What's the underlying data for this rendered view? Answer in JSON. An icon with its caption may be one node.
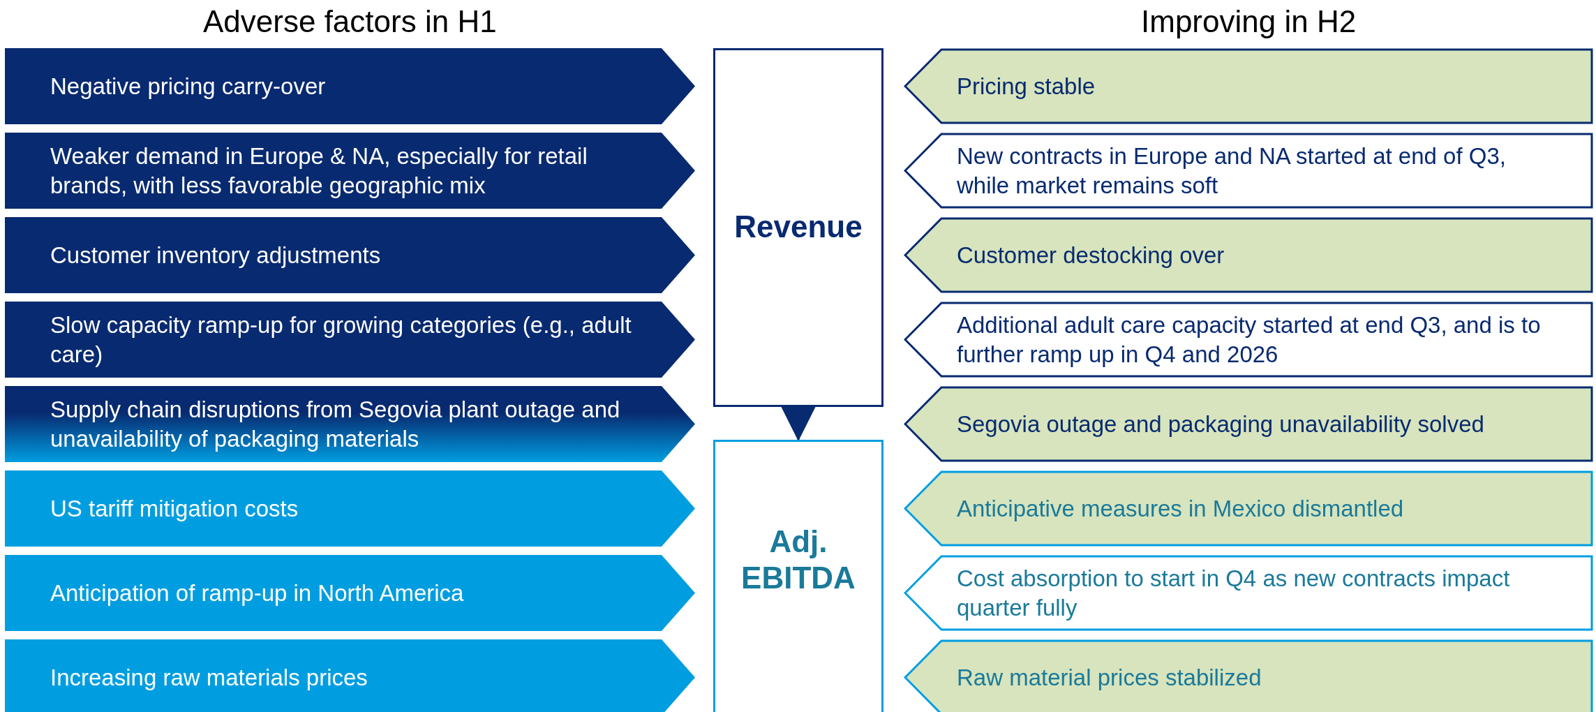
{
  "diagram": {
    "nodes": [
      {
        "text": [
          "Negative pricing carry-over"
        ]
      },
      {
        "text": [
          "Weaker demand in Europe & NA, especially for retail brands, with less favorable geographic mix"
        ]
      },
      {
        "text": [
          "Customer inventory adjustments"
        ]
      },
      {
        "text": [
          "Slow capacity ramp-up for growing categories (e.g., adult care)"
        ]
      },
      {
        "text": [
          "Supply chain disruptions from Segovia plant outage and unavailability of packaging materials"
        ]
      },
      {
        "text": [
          "US tariff mitigation costs"
        ]
      },
      {
        "text": [
          "Anticipation of ramp-up in North America"
        ]
      },
      {
        "text": [
          "Increasing raw materials prices"
        ]
      },
      {
        "text": [
          "Revenue"
        ]
      },
      {
        "text": [
          "Adj. EBITDA"
        ]
      },
      {
        "text": [
          "Pricing stable"
        ]
      },
      {
        "text": [
          "New contracts in Europe and NA started at end of Q3, while market remains soft"
        ]
      },
      {
        "text": [
          "Customer destocking over"
        ]
      },
      {
        "text": [
          "Additional adult care capacity started at end Q3, and is to further ramp up in Q4 and 2026"
        ]
      },
      {
        "text": [
          "Segovia outage and packaging unavailability solved"
        ]
      },
      {
        "text": [
          "Anticipative measures in Mexico dismantled"
        ]
      },
      {
        "text": [
          "Cost absorption to start in Q4 as new contracts impact quarter fully"
        ]
      },
      {
        "text": [
          "Raw material prices stabilized"
        ]
      }
    ],
    "edges": [
      {
        "from": 8,
        "to": 9,
        "arrow": "to"
      }
    ],
    "labels": [
      "Adverse factors in H1",
      "Improving in H2"
    ]
  }
}
